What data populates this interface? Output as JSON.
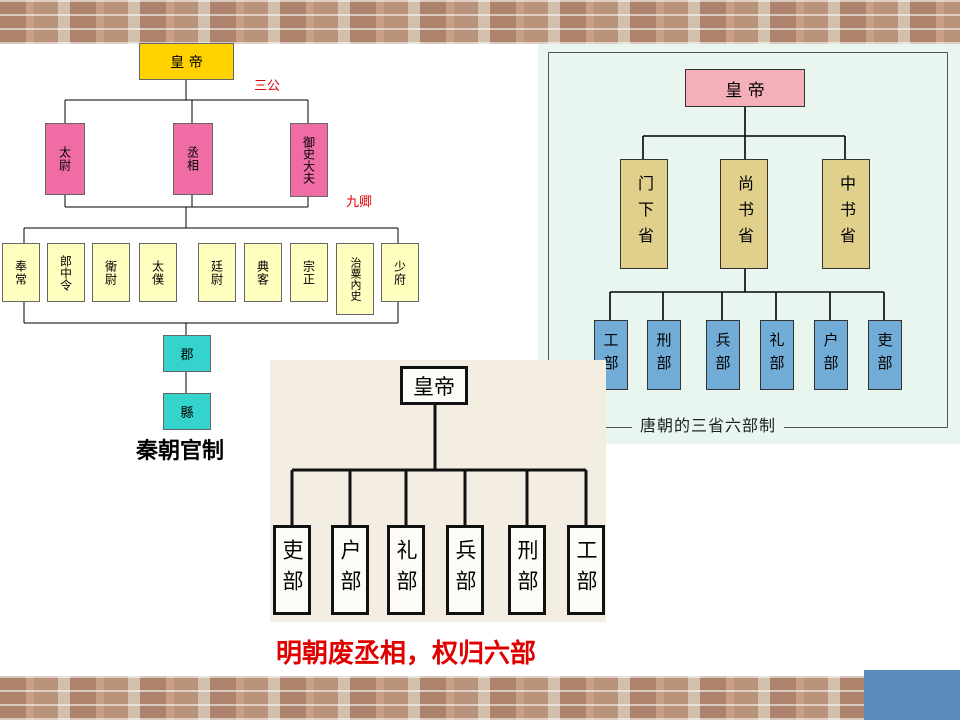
{
  "qin": {
    "emperor": "皇 帝",
    "sangong_label": "三公",
    "sangong": [
      "太尉",
      "丞相",
      "御史大夫"
    ],
    "jiuqing_label": "九卿",
    "jiuqing": [
      "奉常",
      "郎中令",
      "衛尉",
      "太僕",
      "廷尉",
      "典客",
      "宗正",
      "治粟內史",
      "少府"
    ],
    "jun": "郡",
    "xian": "縣",
    "caption": "秦朝官制"
  },
  "tang": {
    "emperor": "皇 帝",
    "sansheng": [
      "门下省",
      "尚书省",
      "中书省"
    ],
    "liubu": [
      "工部",
      "刑部",
      "兵部",
      "礼部",
      "户部",
      "吏部"
    ],
    "caption": "唐朝的三省六部制"
  },
  "ming": {
    "emperor": "皇帝",
    "liubu": [
      "吏部",
      "户部",
      "礼部",
      "兵部",
      "刑部",
      "工部"
    ],
    "caption": "明朝废丞相，权归六部"
  },
  "colors": {
    "qin_emperor": "#ffd200",
    "qin_sangong": "#f06ca4",
    "qin_jiuqing": "#ffffc0",
    "qin_local": "#34d4cc",
    "tang_bg": "#e8f6ef",
    "tang_emperor": "#f4b0b8",
    "tang_sheng": "#e0d08c",
    "tang_bu": "#70acd6",
    "red_text": "#e00000"
  }
}
